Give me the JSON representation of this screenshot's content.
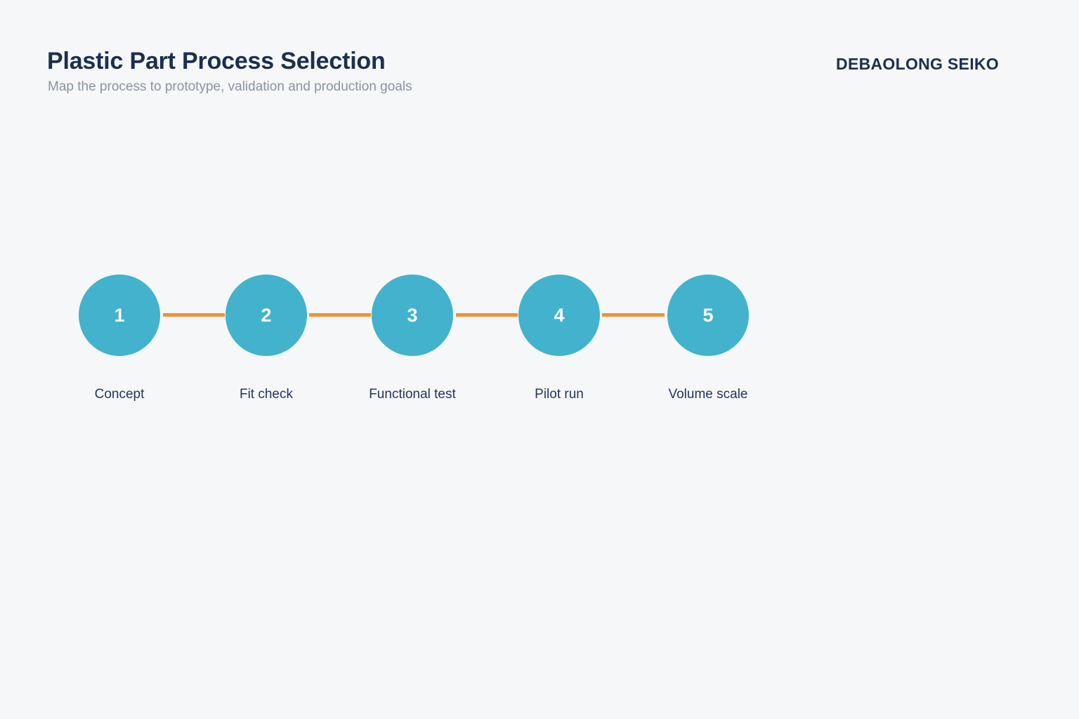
{
  "header": {
    "title": "Plastic Part Process Selection",
    "subtitle": "Map the process to prototype, validation and production goals",
    "brand": "DEBAOLONG SEIKO"
  },
  "colors": {
    "background": "#f6f7f9",
    "node_fill": "#42b2cd",
    "node_text": "#ffffff",
    "connector": "#ef9233",
    "title_text": "#1b2f4e",
    "subtitle_text": "#8a93a0",
    "label_text": "#22365a"
  },
  "flow": {
    "steps": [
      {
        "number": "1",
        "label": "Concept"
      },
      {
        "number": "2",
        "label": "Fit check"
      },
      {
        "number": "3",
        "label": "Functional test"
      },
      {
        "number": "4",
        "label": "Pilot run"
      },
      {
        "number": "5",
        "label": "Volume scale"
      }
    ]
  }
}
